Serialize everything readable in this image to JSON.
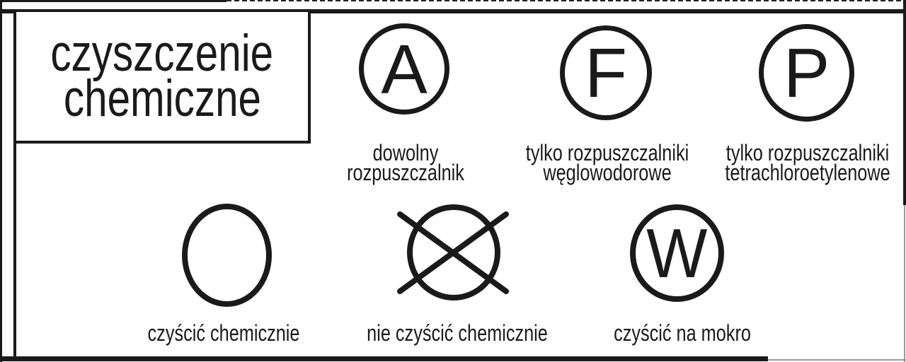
{
  "title": {
    "line1": "czyszczenie",
    "line2": "chemiczne"
  },
  "symbols": [
    {
      "letter": "A",
      "label_lines": [
        "dowolny",
        "rozpuszczalnik"
      ]
    },
    {
      "letter": "F",
      "label_lines": [
        "tylko rozpuszczalniki",
        "węglowodorowe"
      ]
    },
    {
      "letter": "P",
      "label_lines": [
        "tylko rozpuszczalniki",
        "tetrachloroetylenowe"
      ]
    },
    {
      "letter": "",
      "label_lines": [
        "czyścić chemicznie"
      ]
    },
    {
      "letter": "",
      "crossed": "true",
      "label_lines": [
        "nie czyścić chemicznie"
      ]
    },
    {
      "letter": "W",
      "label_lines": [
        "czyścić na mokro"
      ]
    }
  ],
  "colors": {
    "ink": "#1a1a1a",
    "background": "#ffffff"
  }
}
